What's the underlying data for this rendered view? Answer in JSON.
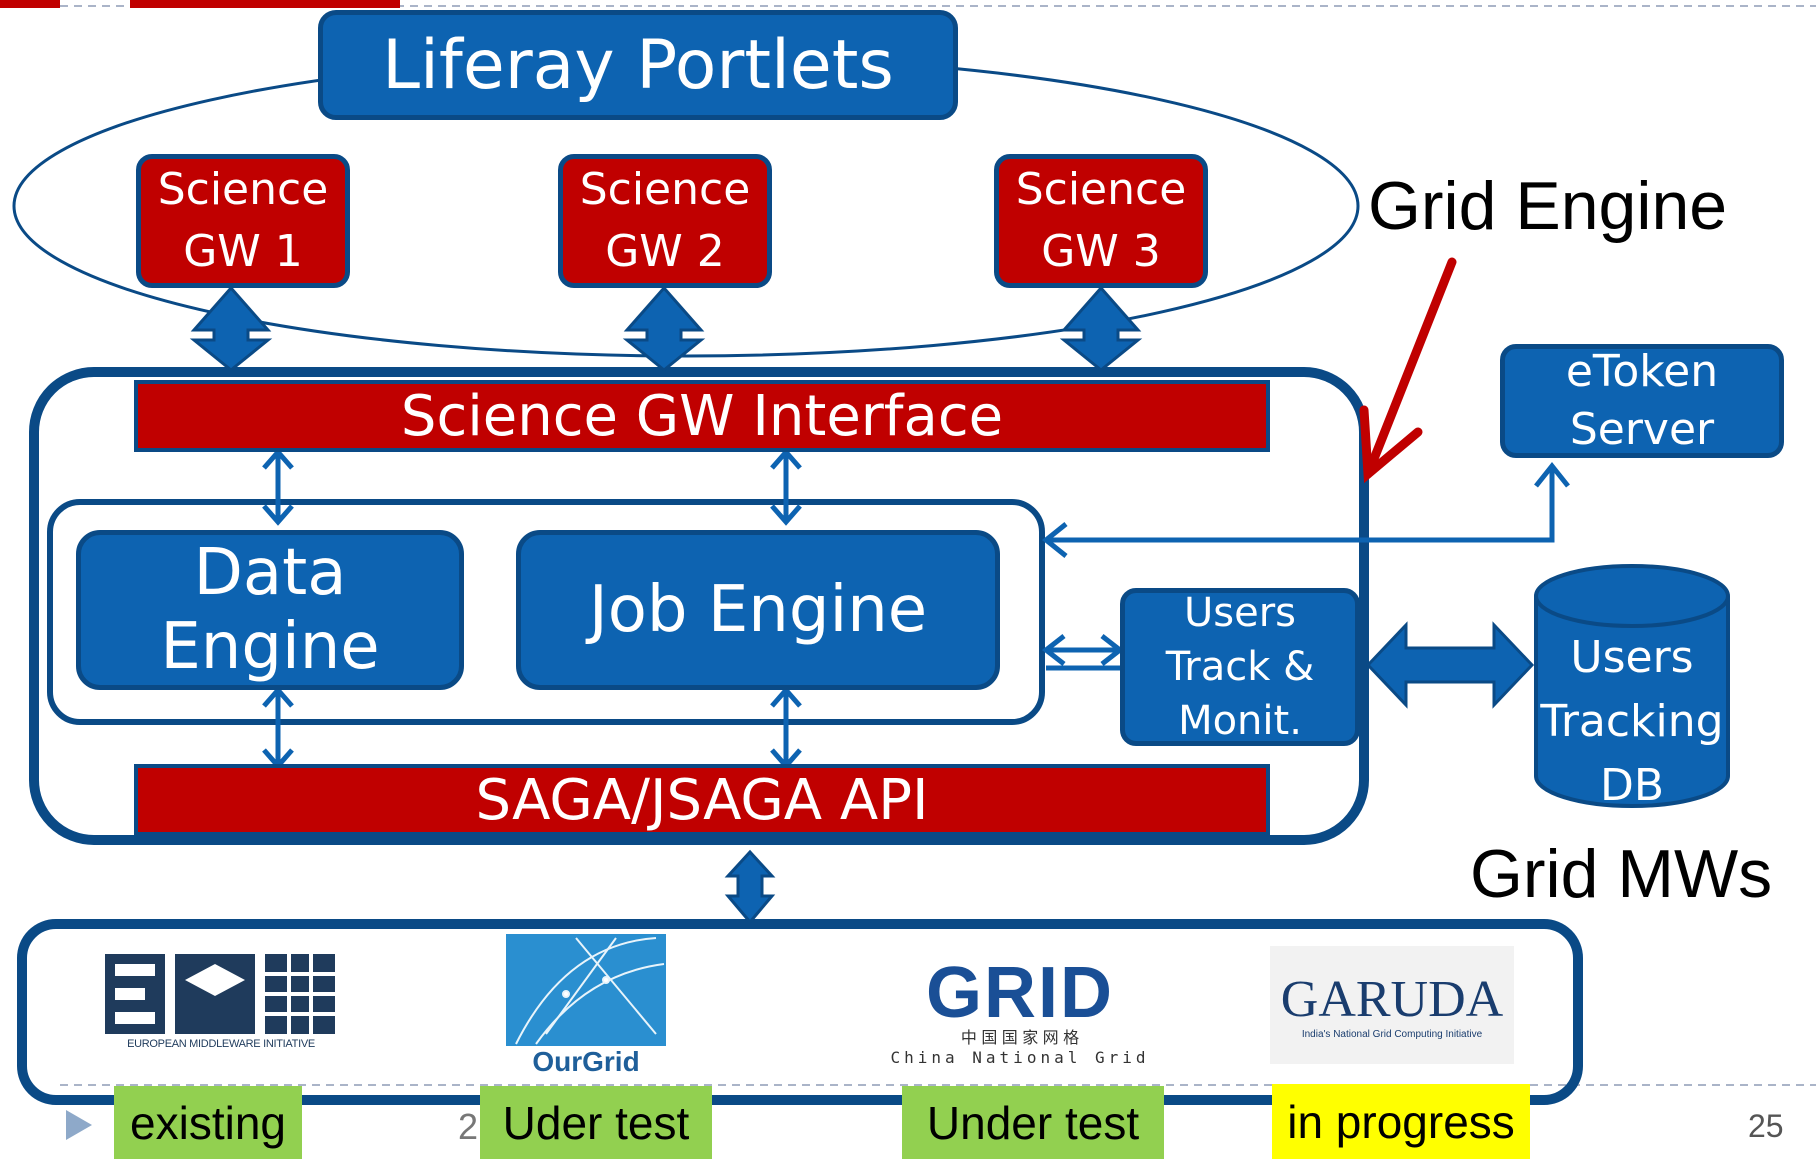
{
  "portlets": {
    "label": "Liferay Portlets"
  },
  "gateways": [
    {
      "line1": "Science",
      "line2": "GW 1"
    },
    {
      "line1": "Science",
      "line2": "GW 2"
    },
    {
      "line1": "Science",
      "line2": "GW 3"
    }
  ],
  "grid_engine_label": "Grid Engine",
  "sgw_interface": "Science GW Interface",
  "data_engine": "Data Engine",
  "job_engine": "Job Engine",
  "users_track": {
    "line1": "Users",
    "line2": "Track &",
    "line3": "Monit."
  },
  "etoken": {
    "line1": "eToken",
    "line2": "Server"
  },
  "tracking_db": {
    "line1": "Users",
    "line2": "Tracking",
    "line3": "DB"
  },
  "saga_api": "SAGA/JSAGA API",
  "grid_mws_label": "Grid MWs",
  "middlewares": {
    "emi": {
      "name": "EMI",
      "caption": "EUROPEAN MIDDLEWARE INITIATIVE"
    },
    "ourgrid": {
      "name": "OurGrid"
    },
    "china_grid": {
      "name": "GRID",
      "sub": "中 国 国 家 网 格",
      "sub_en": "China National Grid"
    },
    "garuda": {
      "name": "GARUDA",
      "caption": "India's National Grid Computing Initiative"
    }
  },
  "status_tags": [
    {
      "label": "existing",
      "color": "#92d050"
    },
    {
      "label": "Uder test",
      "color": "#92d050"
    },
    {
      "label": "Under test",
      "color": "#92d050"
    },
    {
      "label": "in progress",
      "color": "#ffff00"
    }
  ],
  "footer": {
    "hidden_digit": "2",
    "page_number": "25"
  },
  "colors": {
    "blue": "#0d63b1",
    "dark_blue": "#0a4a86",
    "red": "#c00000",
    "arrow_red": "#c00000"
  }
}
